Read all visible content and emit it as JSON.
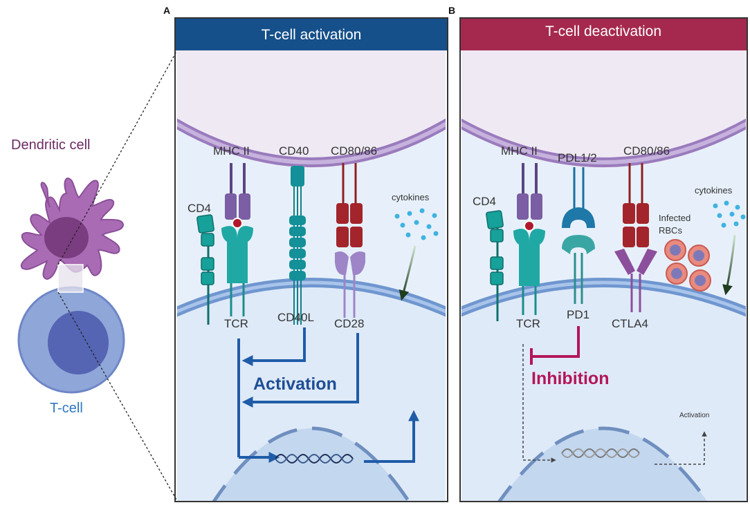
{
  "panel_a": {
    "letter": "A",
    "title": "T-cell activation",
    "labels": {
      "mhc": "MHC II",
      "cd40": "CD40",
      "cd80": "CD80/86",
      "cd4": "CD4",
      "cytokines": "cytokines",
      "tcr": "TCR",
      "cd40l": "CD40L",
      "cd28": "CD28",
      "activation": "Activation"
    }
  },
  "panel_b": {
    "letter": "B",
    "title": "T-cell deactivation",
    "labels": {
      "mhc": "MHC II",
      "pdl": "PDL1/2",
      "cd80": "CD80/86",
      "cd4": "CD4",
      "cytokines": "cytokines",
      "infected_1": "Infected",
      "infected_2": "RBCs",
      "tcr": "TCR",
      "pd1": "PD1",
      "ctla4": "CTLA4",
      "inhibition": "Inhibition",
      "activation_small": "Activation"
    }
  },
  "left": {
    "dendritic_cell": "Dendritic cell",
    "t_cell": "T-cell"
  },
  "colors": {
    "activation_header": "#16508a",
    "deactivation_header": "#a5294e",
    "activation_arrow": "#1f5ca8",
    "inhibition_arrow": "#b3165a",
    "dendritic_text": "#6b2a63",
    "tcell_text": "#2f78c4"
  }
}
